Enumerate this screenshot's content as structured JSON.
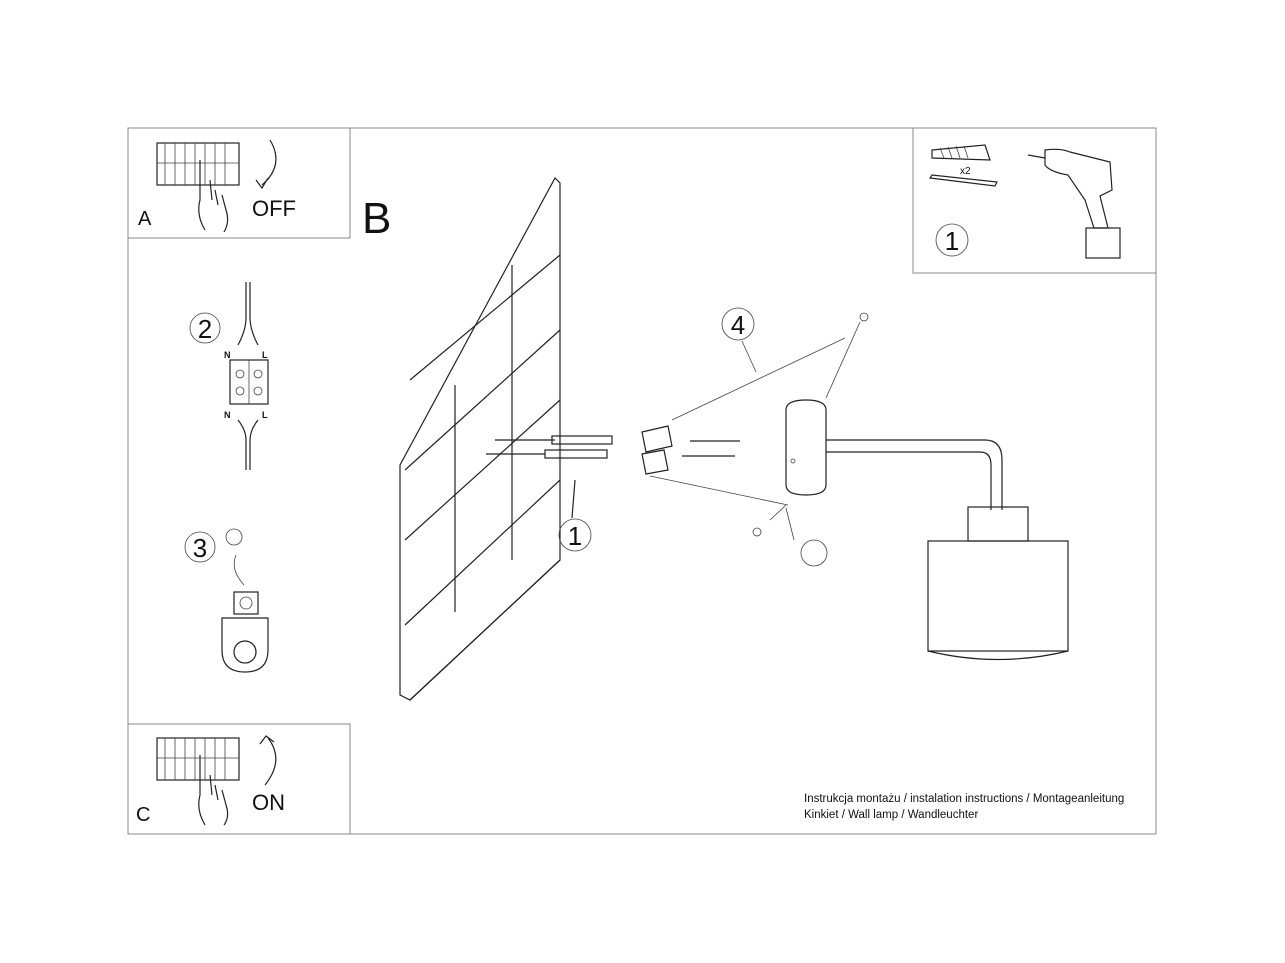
{
  "panels": {
    "a": {
      "letter": "A",
      "label": "OFF"
    },
    "b": {
      "letter": "B"
    },
    "c": {
      "letter": "C",
      "label": "ON"
    }
  },
  "steps": {
    "s1": "1",
    "s1_tools": "1",
    "s2": "2",
    "s3": "3",
    "s4": "4"
  },
  "tools": {
    "quantity": "x2"
  },
  "wiring": {
    "n_top": "N",
    "l_top": "L",
    "n_bottom": "N",
    "l_bottom": "L"
  },
  "footer": {
    "line1": "Instrukcja montażu / instalation instructions / Montageanleitung",
    "line2": "Kinkiet / Wall lamp / Wandleuchter"
  }
}
